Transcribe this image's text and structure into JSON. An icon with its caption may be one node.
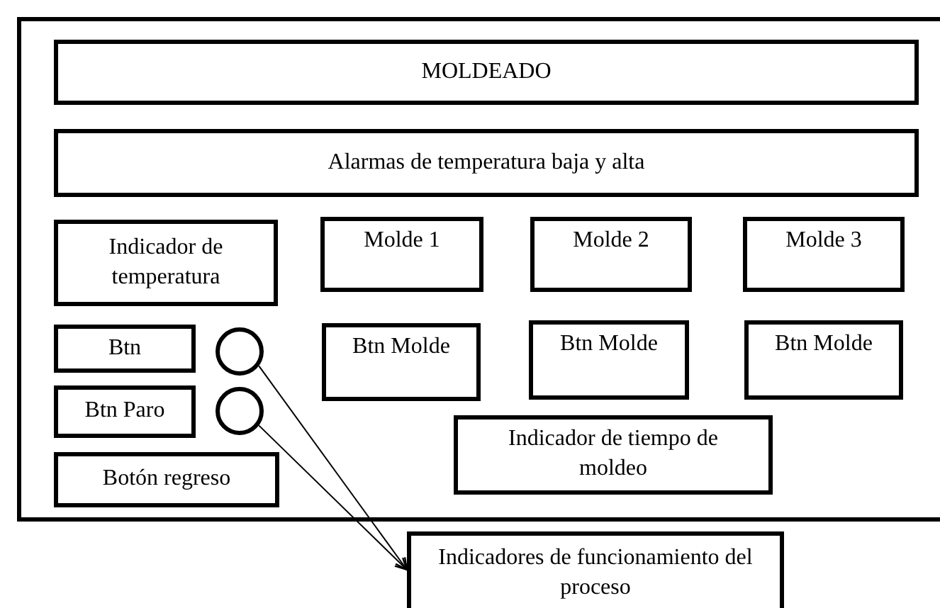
{
  "diagram": {
    "nodes": [
      {
        "text": [],
        "shape": "box"
      },
      {
        "text": [
          "MOLDEADO"
        ],
        "in": 0
      },
      {
        "text": [
          "Alarmas de temperatura baja y alta"
        ],
        "in": 0
      },
      {
        "text": [
          "Indicador de temperatura"
        ],
        "in": 0
      },
      {
        "text": [
          "Molde 1"
        ],
        "in": 0
      },
      {
        "text": [
          "Molde 2"
        ],
        "in": 0
      },
      {
        "text": [
          "Molde 3"
        ],
        "in": 0
      },
      {
        "text": [
          "Btn"
        ],
        "in": 0
      },
      {
        "text": [],
        "shape": "circle",
        "in": 0
      },
      {
        "text": [
          "Btn Molde"
        ],
        "in": 0
      },
      {
        "text": [
          "Btn Molde"
        ],
        "in": 0
      },
      {
        "text": [
          "Btn Molde"
        ],
        "in": 0
      },
      {
        "text": [
          "Btn Paro"
        ],
        "in": 0
      },
      {
        "text": [],
        "shape": "circle",
        "in": 0
      },
      {
        "text": [
          "Indicador de tiempo de moldeo"
        ],
        "in": 0
      },
      {
        "text": [
          "Botón regreso"
        ],
        "in": 0
      },
      {
        "text": [
          "Indicadores de funcionamiento del proceso"
        ]
      }
    ],
    "edges": [
      {
        "from": 8,
        "to": 16,
        "arrow": "to"
      },
      {
        "from": 13,
        "to": 16,
        "arrow": "to"
      }
    ]
  }
}
